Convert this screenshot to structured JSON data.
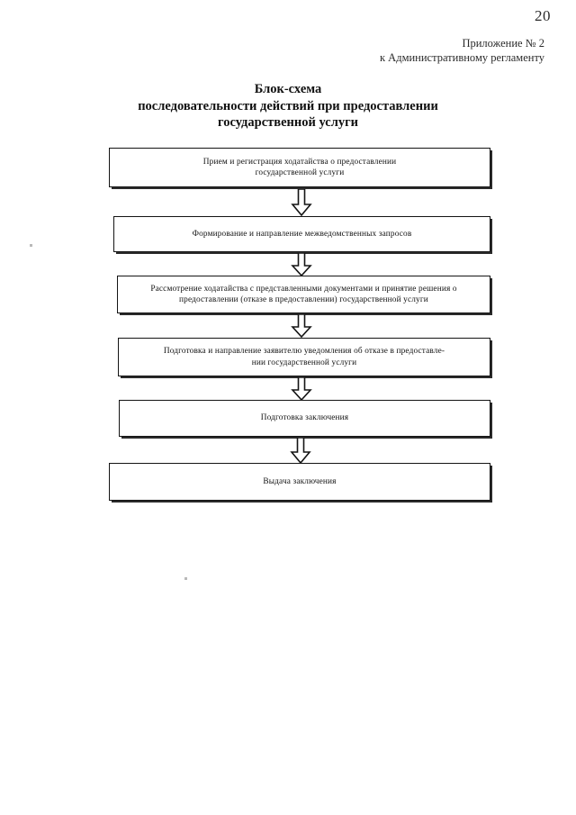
{
  "page": {
    "number": "20"
  },
  "header": {
    "appendix_line1": "Приложение № 2",
    "appendix_line2": "к Административному регламенту"
  },
  "title": {
    "line1": "Блок-схема",
    "line2": "последовательности действий при предоставлении",
    "line3": "государственной услуги"
  },
  "flowchart": {
    "type": "flowchart",
    "orientation": "vertical",
    "connector": "hollow-block-arrow-down",
    "nodes": [
      {
        "id": "node-1",
        "text": "Прием и регистрация  ходатайства о предоставлении\nгосударственной услуги"
      },
      {
        "id": "node-2",
        "text": "Формирование и направление межведомственных запросов"
      },
      {
        "id": "node-3",
        "text": "Рассмотрение ходатайства с представленными документами и принятие решения о\nпредоставлении (отказе в предоставлении) государственной  услуги"
      },
      {
        "id": "node-4",
        "text": "Подготовка и направление заявителю уведомления об отказе в предоставле-\nнии государственной услуги"
      },
      {
        "id": "node-5",
        "text": "Подготовка заключения"
      },
      {
        "id": "node-6",
        "text": "Выдача заключения"
      }
    ]
  }
}
